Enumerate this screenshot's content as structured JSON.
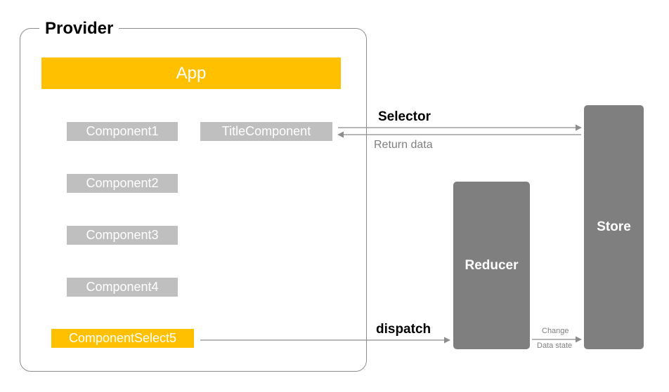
{
  "provider": {
    "title": "Provider"
  },
  "app": {
    "label": "App"
  },
  "components": {
    "c1": "Component1",
    "c2": "Component2",
    "c3": "Component3",
    "c4": "Component4",
    "title": "TitleComponent",
    "select5": "ComponentSelect5"
  },
  "reducer": {
    "label": "Reducer"
  },
  "store": {
    "label": "Store"
  },
  "edges": {
    "selector": "Selector",
    "return_data": "Return data",
    "dispatch": "dispatch",
    "change": "Change",
    "data_state": "Data state"
  },
  "colors": {
    "accent_yellow": "#ffc000",
    "component_grey": "#bfbfbf",
    "box_grey": "#7f7f7f",
    "arrow_grey": "#8c8c8c"
  }
}
